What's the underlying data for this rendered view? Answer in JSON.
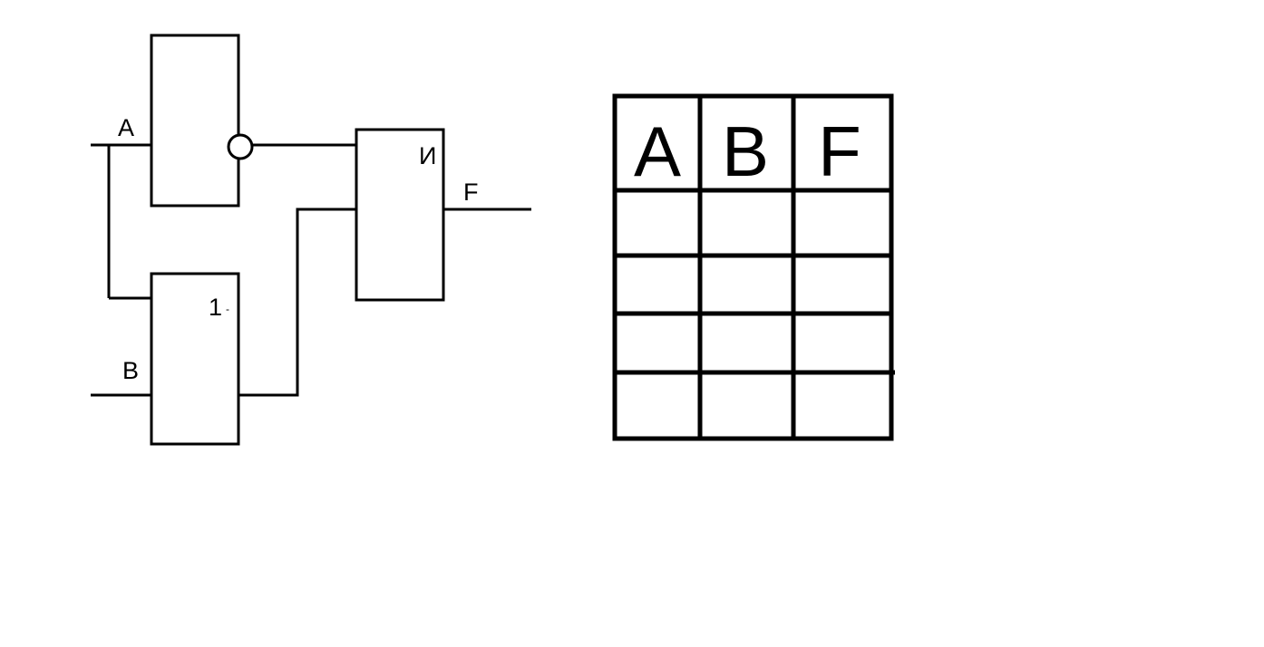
{
  "circuit": {
    "input_a": "A",
    "input_b": "B",
    "output_f": "F",
    "gate_and_label": "И",
    "gate_or_label": "1",
    "gate_or_mark": "-",
    "gate_not_label": ""
  },
  "truth_table": {
    "headers": [
      "A",
      "B",
      "F"
    ],
    "rows": [
      [
        "",
        "",
        ""
      ],
      [
        "",
        "",
        ""
      ],
      [
        "",
        "",
        ""
      ],
      [
        "",
        "",
        ""
      ]
    ]
  }
}
